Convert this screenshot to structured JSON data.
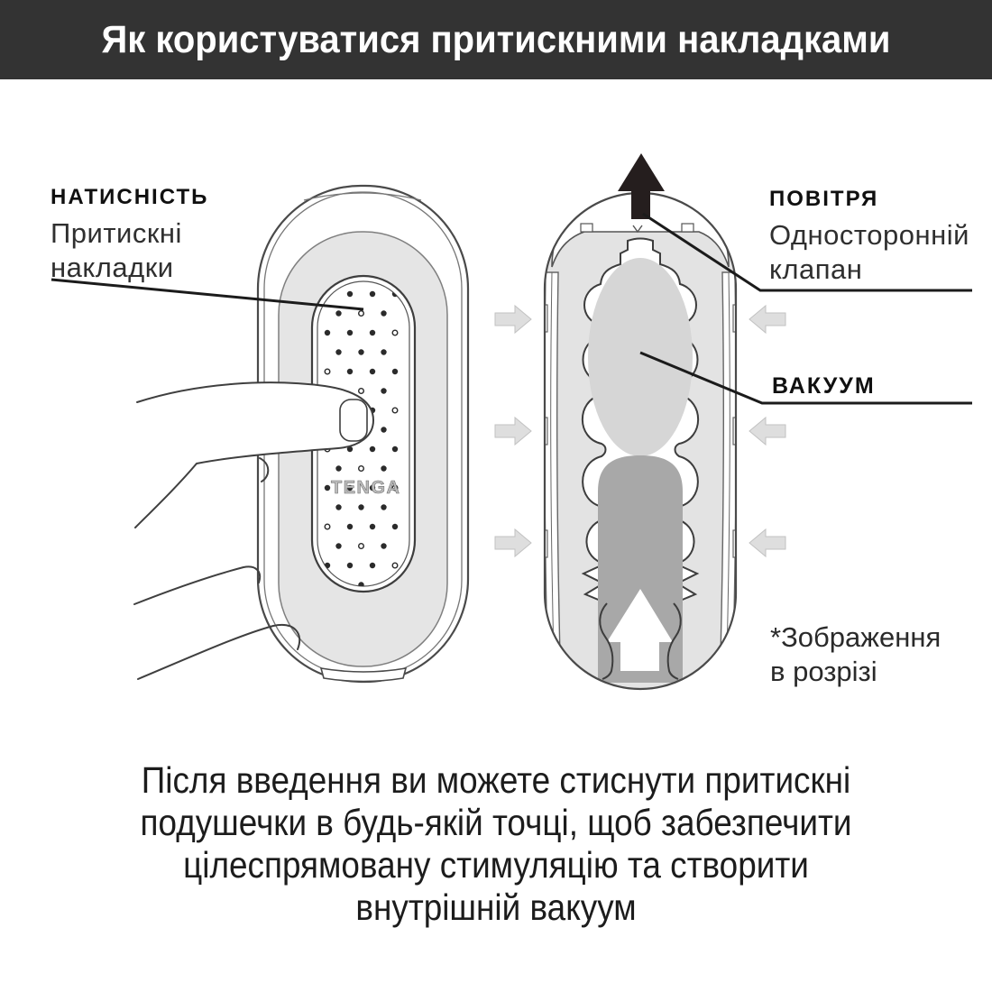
{
  "banner": {
    "title": "Як користуватися притискними накладками"
  },
  "callouts": {
    "pressure": {
      "title": "НАТИСНІСТЬ",
      "sub_line1": "Притискні",
      "sub_line2": "накладки"
    },
    "air": {
      "title": "ПОВІТРЯ",
      "sub_line1": "Односторонній",
      "sub_line2": "клапан"
    },
    "vacuum": {
      "title": "ВАКУУМ"
    },
    "note_line1": "*Зображення",
    "note_line2": "в розрізі"
  },
  "device": {
    "logo": "TENGA"
  },
  "caption": {
    "lines": [
      "Після введення ви можете стиснути притискні",
      "подушечки в будь-якій точці, щоб забезпечити",
      "цілеспрямовану стимуляцію та створити",
      "внутрішній вакуум"
    ]
  },
  "colors": {
    "banner_bg": "#333333",
    "banner_text": "#ffffff",
    "line_art": "#3f3f3f",
    "device_gray": "#e5e5e5",
    "vacuum_oval_gray": "#d6d6d6",
    "channel_gray": "#a8a8a8",
    "squeeze_arrow_gray": "#dedede",
    "air_arrow_black": "#251e1e"
  }
}
